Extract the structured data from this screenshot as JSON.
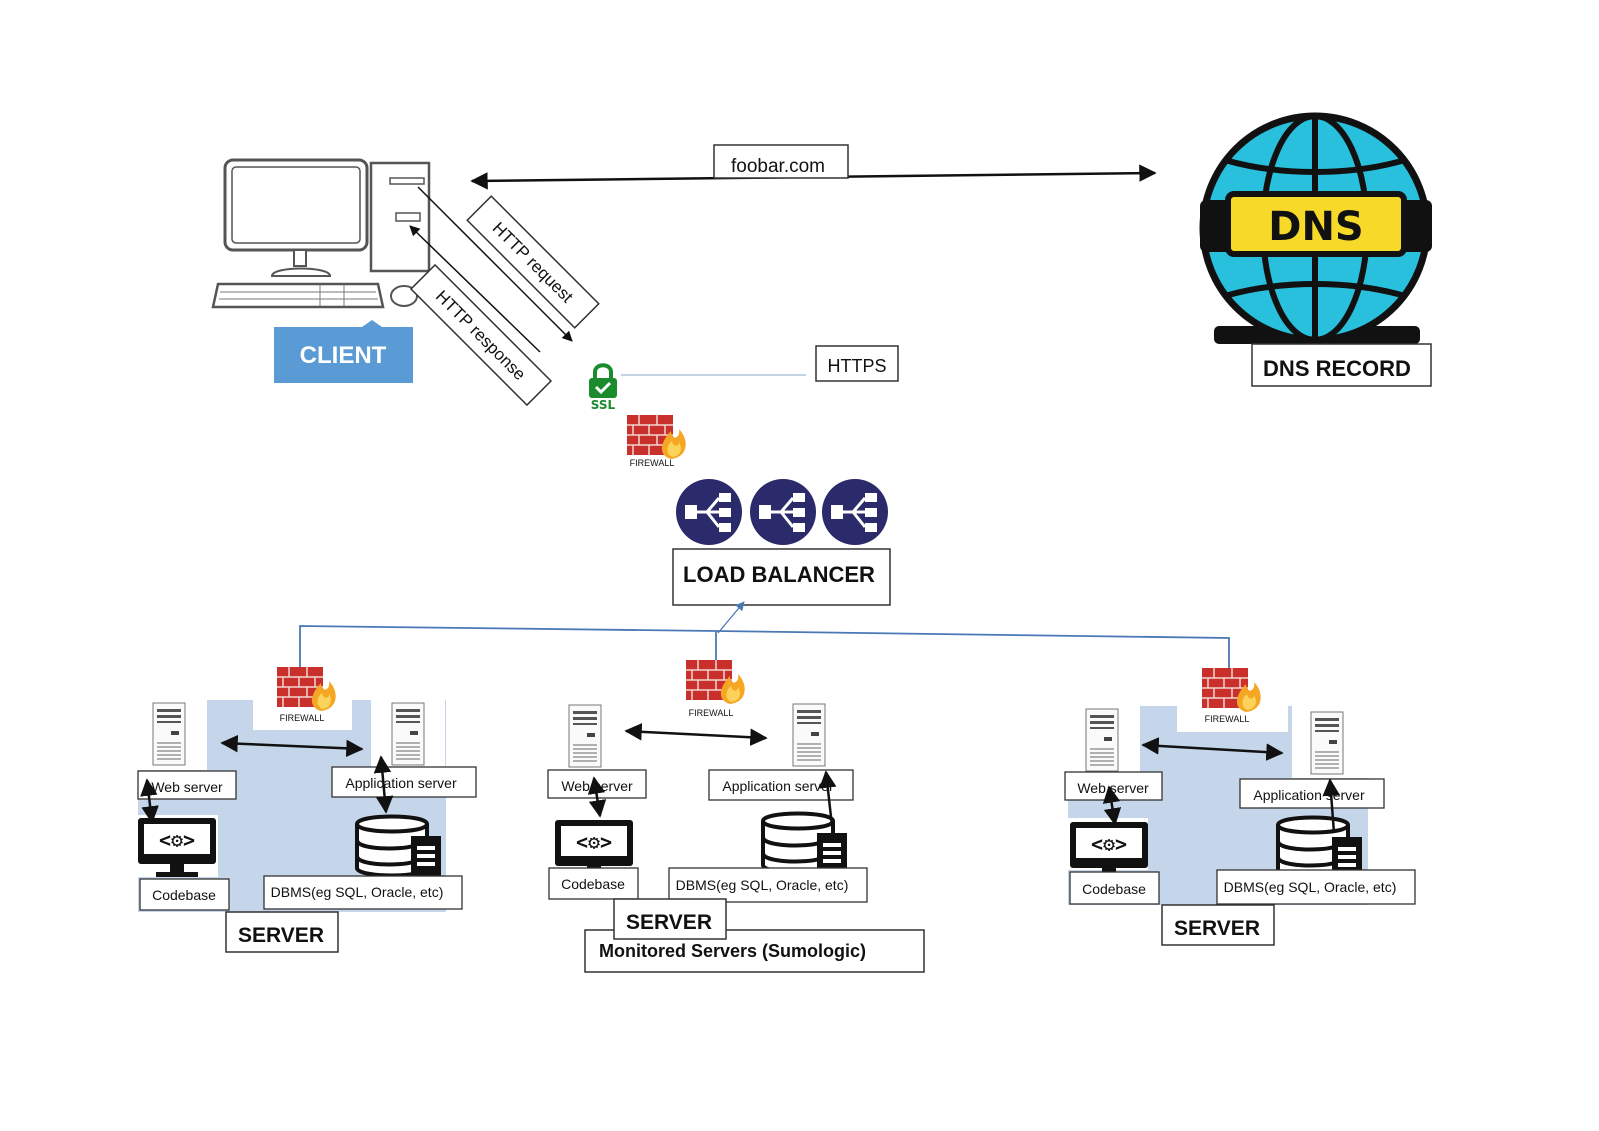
{
  "top": {
    "domain_label": "foobar.com",
    "http_request": "HTTP request",
    "http_response": "HTTP response",
    "https_label": "HTTPS",
    "ssl_text": "SSL"
  },
  "client": {
    "label": "CLIENT"
  },
  "dns": {
    "globe_text": "DNS",
    "record_label": "DNS RECORD"
  },
  "firewall_text": "FIREWALL",
  "load_balancer": {
    "label": "LOAD BALANCER"
  },
  "servers": [
    {
      "web": "Web server",
      "app": "Application server",
      "codebase": "Codebase",
      "dbms": "DBMS(eg SQL, Oracle, etc)",
      "title": "SERVER"
    },
    {
      "web": "Web server",
      "app": "Application server",
      "codebase": "Codebase",
      "dbms": "DBMS(eg SQL, Oracle, etc)",
      "title": "SERVER"
    },
    {
      "web": "Web server",
      "app": "Application server",
      "codebase": "Codebase",
      "dbms": "DBMS(eg SQL, Oracle, etc)",
      "title": "SERVER"
    }
  ],
  "monitoring": {
    "label": "Monitored Servers (Sumologic)"
  },
  "colors": {
    "client_fill": "#5b9bd5",
    "server_bg": "#c5d5ea",
    "lb_fill": "#2b2a6b",
    "globe_fill": "#29c0dd",
    "dns_banner": "#f7d92a",
    "ssl_green": "#1a8c2d",
    "firewall_red": "#c9302c",
    "connector_blue": "#4a78b5"
  }
}
